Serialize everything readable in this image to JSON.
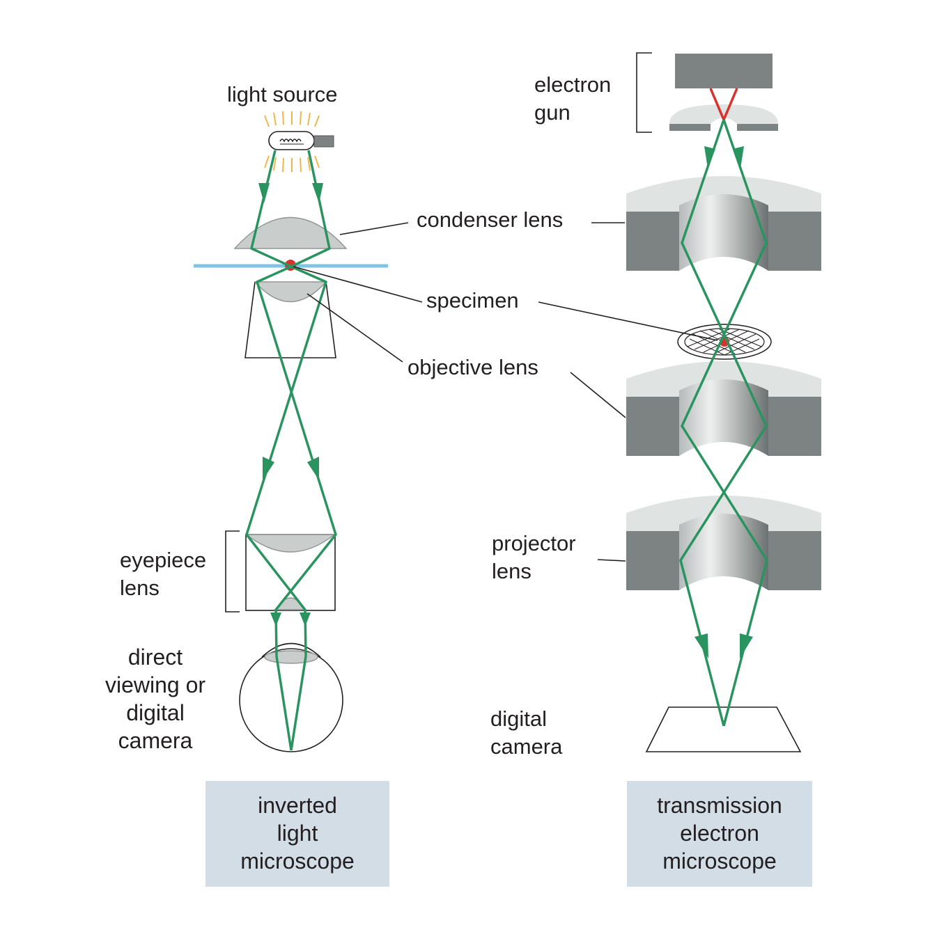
{
  "light_microscope": {
    "labels": {
      "light_source": "light source",
      "eyepiece_line1": "eyepiece",
      "eyepiece_line2": "lens",
      "viewing_line1": "direct",
      "viewing_line2": "viewing or",
      "viewing_line3": "digital",
      "viewing_line4": "camera"
    },
    "caption": [
      "inverted",
      "light",
      "microscope"
    ]
  },
  "shared_labels": {
    "condenser_lens": "condenser lens",
    "specimen": "specimen",
    "objective_lens": "objective lens"
  },
  "electron_microscope": {
    "labels": {
      "electron_gun_line1": "electron",
      "electron_gun_line2": "gun",
      "projector_line1": "projector",
      "projector_line2": "lens",
      "camera_line1": "digital",
      "camera_line2": "camera"
    },
    "caption": [
      "transmission",
      "electron",
      "microscope"
    ]
  },
  "colors": {
    "ray": "#2a9460",
    "specimen_slide": "#7fc4e6",
    "specimen_marker": "#d9312b",
    "lens_glass": "#c9cecd",
    "magnet_dark": "#7d8382",
    "caption_box": "#d3dde5",
    "electron_beam": "#d9312b"
  }
}
